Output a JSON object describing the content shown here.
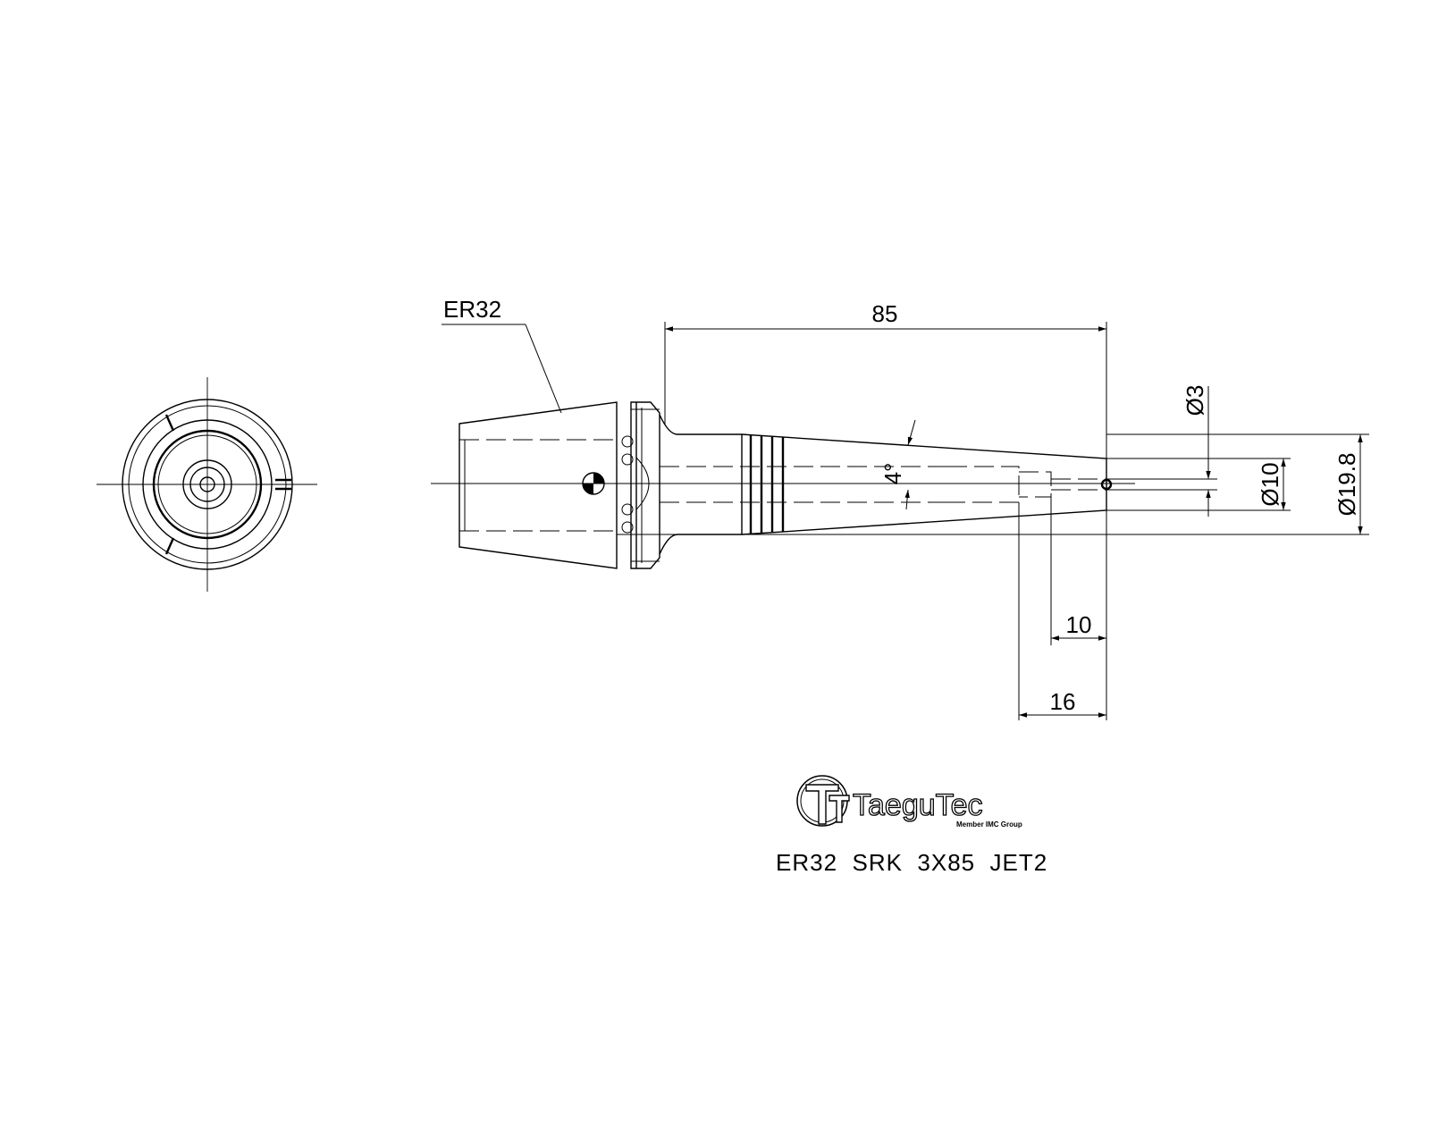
{
  "labels": {
    "collet_label": "ER32",
    "overall_length": "85",
    "taper_angle": "4°",
    "hole_diameter": "Ø3",
    "shank_diameter": "Ø10",
    "body_diameter": "Ø19.8",
    "dim_10": "10",
    "dim_16": "16"
  },
  "logo": {
    "brand": "TaeguTec",
    "tagline": "Member IMC Group"
  },
  "title": "ER32  SRK  3X85  JET2"
}
